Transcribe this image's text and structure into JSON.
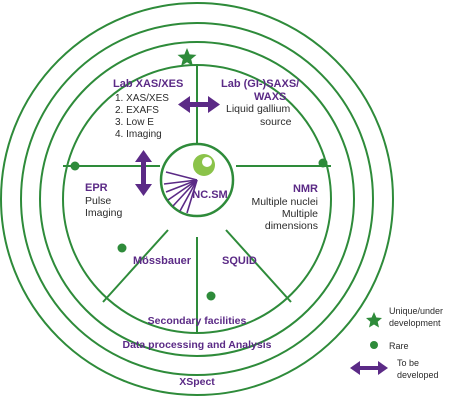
{
  "colors": {
    "ring_green": "#2e8b3a",
    "purple": "#5b2a86",
    "text_dark": "#2b2b2b",
    "logo_green": "#8bc34a"
  },
  "center_logo": {
    "label": "NC.SM"
  },
  "segments": {
    "lab_xas": {
      "title": "Lab XAS/XES",
      "items": [
        "1. XAS/XES",
        "2. EXAFS",
        "3. Low E",
        "4. Imaging"
      ]
    },
    "lab_saxs": {
      "title_line1": "Lab (GI-)SAXS/",
      "title_line2": "WAXS",
      "desc_line1": "Liquid gallium",
      "desc_line2": "source"
    },
    "nmr": {
      "title": "NMR",
      "desc": [
        "Multiple nuclei",
        "Multiple",
        "dimensions"
      ]
    },
    "squid": {
      "title": "SQUID"
    },
    "mossbauer": {
      "title": "Mössbauer"
    },
    "epr": {
      "title": "EPR",
      "desc": [
        "Pulse",
        "Imaging"
      ]
    }
  },
  "rings": {
    "secondary": "Secondary facilities",
    "data": "Data processing and Analysis",
    "xspect": "XSpect"
  },
  "legend": {
    "star_line1": "Unique/under",
    "star_line2": "development",
    "rare": "Rare",
    "arrow_line1": "To be",
    "arrow_line2": "developed"
  },
  "icons": [
    "star-icon",
    "dot-icon",
    "double-arrow-icon"
  ]
}
